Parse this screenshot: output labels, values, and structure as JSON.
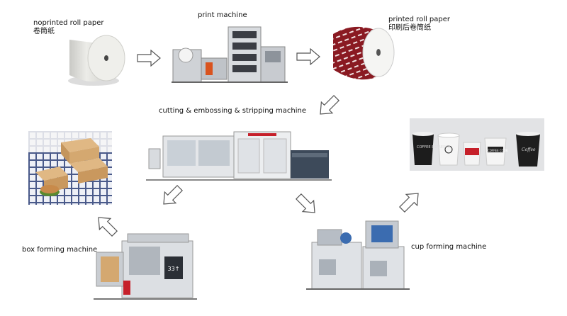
{
  "labels": {
    "noprinted_en": "noprinted roll paper",
    "noprinted_cn": "卷筒纸",
    "print_machine": "print machine",
    "printed_en": "printed roll paper",
    "printed_cn": "印刷后卷筒纸",
    "cutting": "cutting & embossing & stripping machine",
    "box_forming": "box forming machine",
    "cup_forming": "cup forming machine"
  },
  "machine_plates": {
    "box_plate": "33↑"
  },
  "cup_prints": [
    "COFFEE ESPRESSO",
    "",
    "",
    "COFFEE COOK",
    "Coffee"
  ],
  "colors": {
    "arrow_fill": "#ffffff",
    "arrow_stroke": "#555555",
    "roll_printed": "#8a1a22",
    "machine_body": "#d8dbdf",
    "accent_red": "#c6202a",
    "box_kraft": "#d4a870"
  },
  "icons": {
    "flow_arrow": "outline-arrow"
  }
}
